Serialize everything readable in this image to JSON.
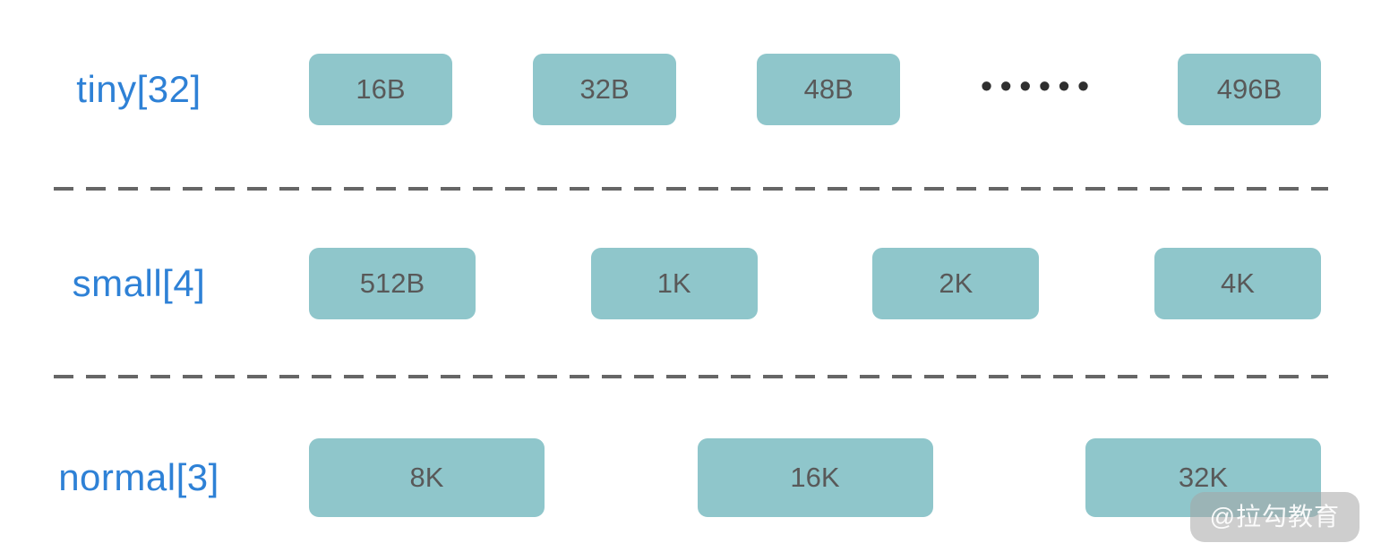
{
  "rows": [
    {
      "label": "tiny[32]",
      "boxes": [
        "16B",
        "32B",
        "48B",
        "496B"
      ],
      "ellipsis_after": 2,
      "ellipsis": "••••••"
    },
    {
      "label": "small[4]",
      "boxes": [
        "512B",
        "1K",
        "2K",
        "4K"
      ]
    },
    {
      "label": "normal[3]",
      "boxes": [
        "8K",
        "16K",
        "32K"
      ]
    }
  ],
  "watermark": "@拉勾教育",
  "colors": {
    "label_color": "#2e81d6",
    "box_bg": "#8fc6cb",
    "box_text": "#595959",
    "divider_color": "#666666"
  }
}
